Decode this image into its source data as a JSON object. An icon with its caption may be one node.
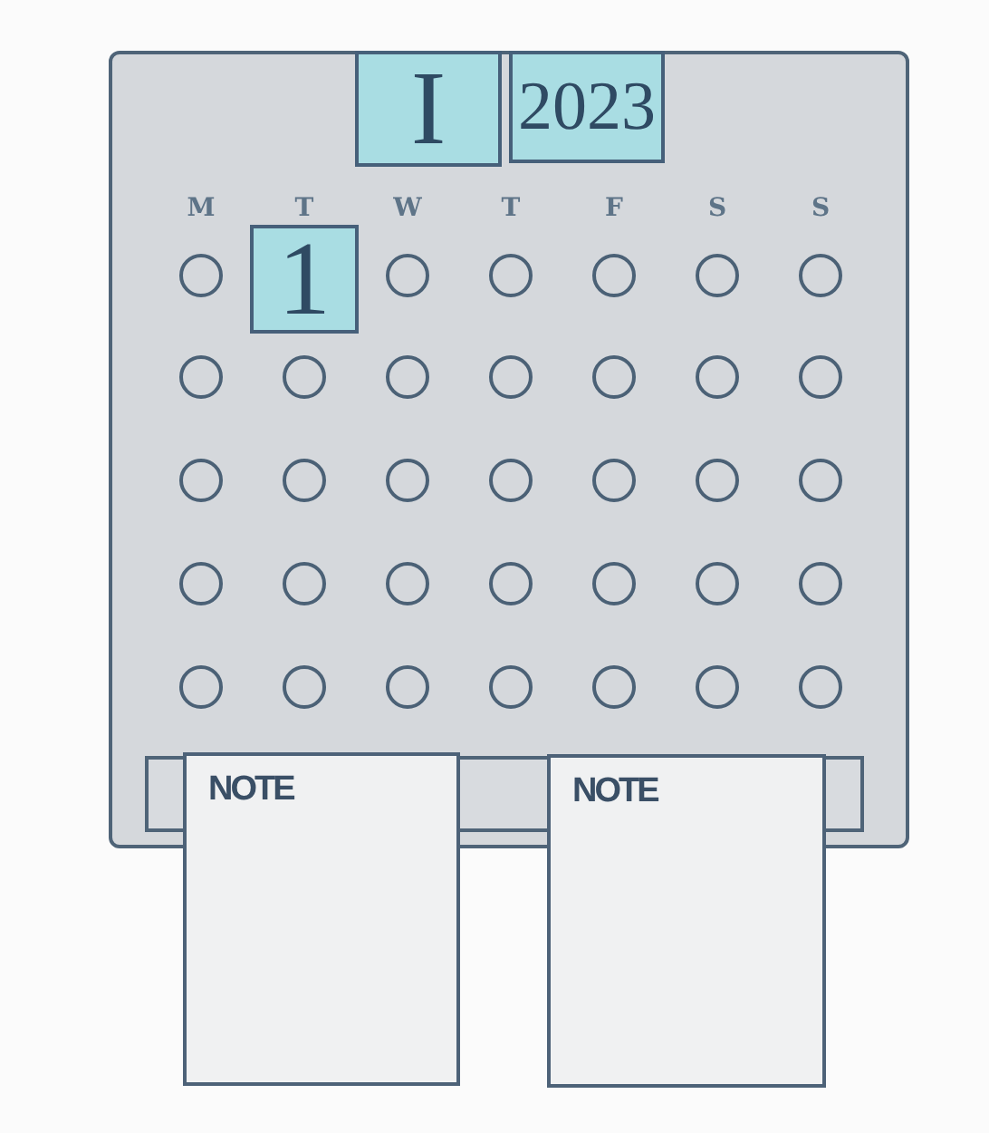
{
  "diagram": {
    "nodes": [
      {
        "text": [],
        "shape": "box"
      },
      {
        "text": [
          "I"
        ],
        "in": 0
      },
      {
        "text": [
          "2023"
        ],
        "in": 0
      },
      {
        "text": [],
        "shape": "circle",
        "in": 0
      },
      {
        "text": [
          "1"
        ],
        "in": 0
      },
      {
        "text": [],
        "shape": "circle",
        "in": 0
      },
      {
        "text": [],
        "shape": "circle",
        "in": 0
      },
      {
        "text": [],
        "shape": "circle",
        "in": 0
      },
      {
        "text": [],
        "shape": "circle",
        "in": 0
      },
      {
        "text": [],
        "shape": "circle",
        "in": 0
      },
      {
        "text": [],
        "shape": "circle",
        "in": 0
      },
      {
        "text": [],
        "shape": "circle",
        "in": 0
      },
      {
        "text": [],
        "shape": "circle",
        "in": 0
      },
      {
        "text": [],
        "shape": "circle",
        "in": 0
      },
      {
        "text": [],
        "shape": "circle",
        "in": 0
      },
      {
        "text": [],
        "shape": "circle",
        "in": 0
      },
      {
        "text": [],
        "shape": "circle",
        "in": 0
      },
      {
        "text": [],
        "shape": "circle",
        "in": 0
      },
      {
        "text": [],
        "shape": "circle",
        "in": 0
      },
      {
        "text": [],
        "shape": "circle",
        "in": 0
      },
      {
        "text": [],
        "shape": "circle",
        "in": 0
      },
      {
        "text": [],
        "shape": "circle",
        "in": 0
      },
      {
        "text": [],
        "shape": "circle",
        "in": 0
      },
      {
        "text": [],
        "shape": "circle",
        "in": 0
      },
      {
        "text": [],
        "shape": "circle",
        "in": 0
      },
      {
        "text": [],
        "shape": "circle",
        "in": 0
      },
      {
        "text": [],
        "shape": "circle",
        "in": 0
      },
      {
        "text": [],
        "shape": "circle",
        "in": 0
      },
      {
        "text": [],
        "shape": "circle",
        "in": 0
      },
      {
        "text": [],
        "shape": "circle",
        "in": 0
      },
      {
        "text": [],
        "shape": "circle",
        "in": 0
      },
      {
        "text": [],
        "shape": "circle",
        "in": 0
      },
      {
        "text": [],
        "shape": "circle",
        "in": 0
      },
      {
        "text": [],
        "shape": "circle",
        "in": 0
      },
      {
        "text": [],
        "shape": "circle",
        "in": 0
      },
      {
        "text": [],
        "shape": "circle",
        "in": 0
      },
      {
        "text": [],
        "shape": "circle",
        "in": 0
      },
      {
        "text": [],
        "shape": "circle",
        "in": 0
      },
      {
        "text": [
          "NOTE"
        ]
      },
      {
        "text": [
          "NOTE"
        ]
      }
    ],
    "labels": [
      "M",
      "T",
      "W",
      "T",
      "F",
      "S",
      "S"
    ]
  }
}
